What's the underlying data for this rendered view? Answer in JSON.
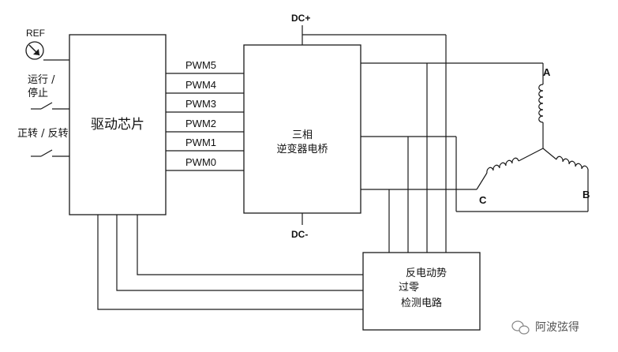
{
  "labels": {
    "ref": "REF",
    "run_stop_1": "运行 /",
    "run_stop_2": "停止",
    "fwd_rev": "正转 / 反转",
    "driver_chip": "驱动芯片",
    "dc_plus": "DC+",
    "dc_minus": "DC-",
    "inverter_line1": "三相",
    "inverter_line2": "逆变器电桥",
    "bemf_line1": "反电动势",
    "bemf_line2": "过零",
    "bemf_line3": "检测电路",
    "phase_a": "A",
    "phase_b": "B",
    "phase_c": "C",
    "watermark": "阿波弦得"
  },
  "pwm_signals": [
    "PWM5",
    "PWM4",
    "PWM3",
    "PWM2",
    "PWM1",
    "PWM0"
  ]
}
